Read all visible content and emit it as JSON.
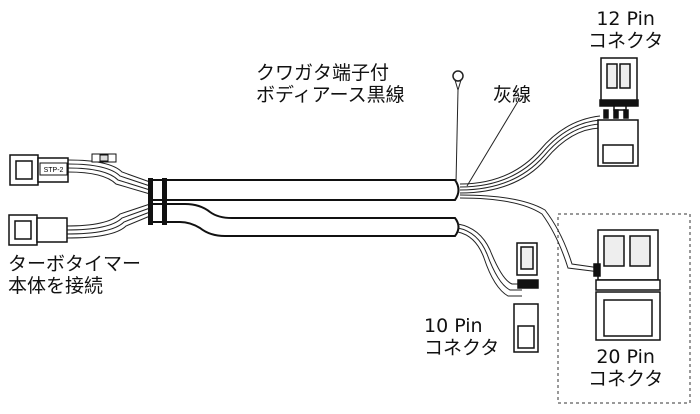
{
  "labels": {
    "pin12_line1": "12 Pin",
    "pin12_line2": "コネクタ",
    "ground_line1": "クワガタ端子付",
    "ground_line2": "ボディアース黒線",
    "gray_wire": "灰線",
    "timer_line1": "ターボタイマー",
    "timer_line2": "本体を接続",
    "pin10_line1": "10 Pin",
    "pin10_line2": "コネクタ",
    "pin20_line1": "20 Pin",
    "pin20_line2": "コネクタ",
    "stp_tag": "STP-2"
  }
}
